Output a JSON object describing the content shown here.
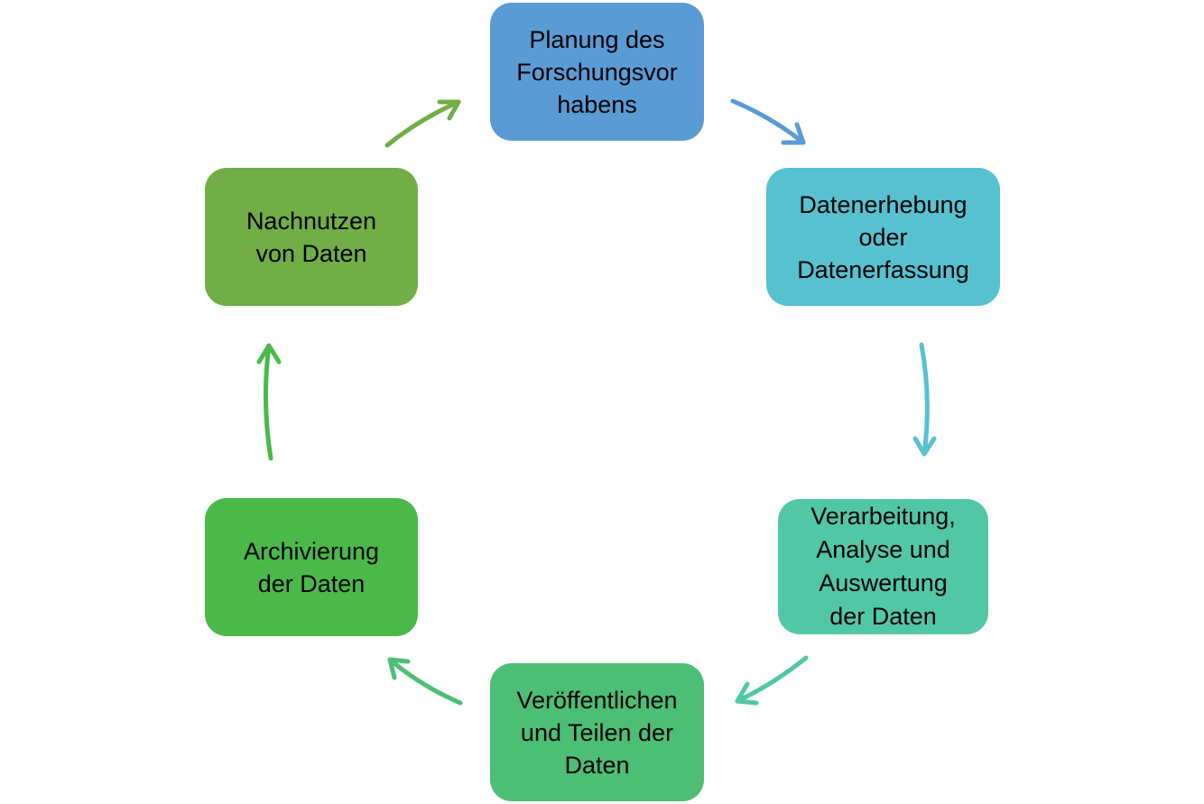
{
  "diagram": {
    "type": "cycle",
    "steps": [
      {
        "id": "planning",
        "label": "Planung des\nForschungsvor\nhabens",
        "color": "#5B9BD5"
      },
      {
        "id": "collection",
        "label": "Datenerhebung\noder\nDatenerfassung",
        "color": "#57C1CF"
      },
      {
        "id": "processing",
        "label": "Verarbeitung,\nAnalyse und\nAuswertung\nder Daten",
        "color": "#52C7A6"
      },
      {
        "id": "publishing",
        "label": "Veröffentlichen\nund Teilen der\nDaten",
        "color": "#4DBE75"
      },
      {
        "id": "archiving",
        "label": "Archivierung\nder Daten",
        "color": "#4AB94A"
      },
      {
        "id": "reuse",
        "label": "Nachnutzen\nvon Daten",
        "color": "#72AD47"
      }
    ],
    "arrows": [
      {
        "from": "planning",
        "to": "collection",
        "color": "#5B9BD5"
      },
      {
        "from": "collection",
        "to": "processing",
        "color": "#57C1CF"
      },
      {
        "from": "processing",
        "to": "publishing",
        "color": "#52C7A6"
      },
      {
        "from": "publishing",
        "to": "archiving",
        "color": "#4DBE75"
      },
      {
        "from": "archiving",
        "to": "reuse",
        "color": "#4AB94A"
      },
      {
        "from": "reuse",
        "to": "planning",
        "color": "#72AD47"
      }
    ]
  }
}
